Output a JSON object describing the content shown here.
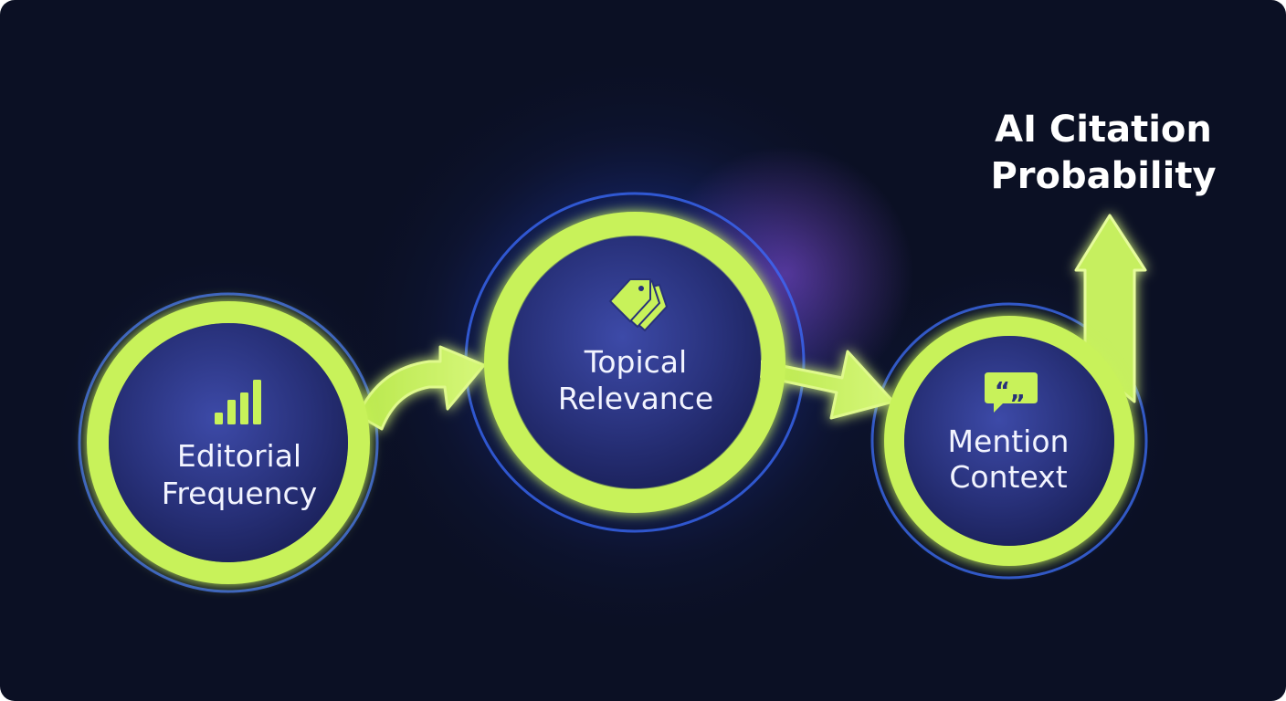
{
  "colors": {
    "background": "#0b1024",
    "accent_green": "#c8f25a",
    "node_fill": "#2a3478",
    "glow_blue": "#2f6bff",
    "glow_violet": "#7b4bd6",
    "text": "#f2f4ff"
  },
  "nodes": [
    {
      "id": "editorial",
      "icon": "bar-chart-icon",
      "lines": [
        "Editorial",
        "Frequency"
      ]
    },
    {
      "id": "topical",
      "icon": "tags-icon",
      "lines": [
        "Topical",
        "Relevance"
      ]
    },
    {
      "id": "mention",
      "icon": "quote-bubble-icon",
      "lines": [
        "Mention",
        "Context"
      ]
    }
  ],
  "result": {
    "icon": "up-arrow-icon",
    "lines": [
      "AI Citation",
      "Probability"
    ]
  }
}
